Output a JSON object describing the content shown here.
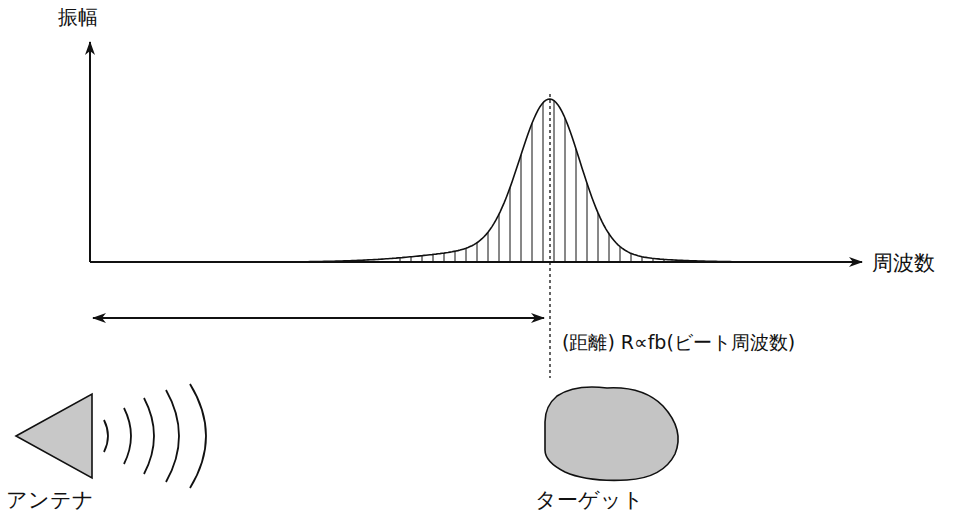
{
  "diagram": {
    "nodes": [
      {
        "text": [
          "アンテナ"
        ]
      },
      {
        "text": [
          "ターゲット"
        ]
      }
    ],
    "labels": [
      "振幅",
      "周波数",
      "(距離) R∝fb(ビート周波数)"
    ]
  }
}
